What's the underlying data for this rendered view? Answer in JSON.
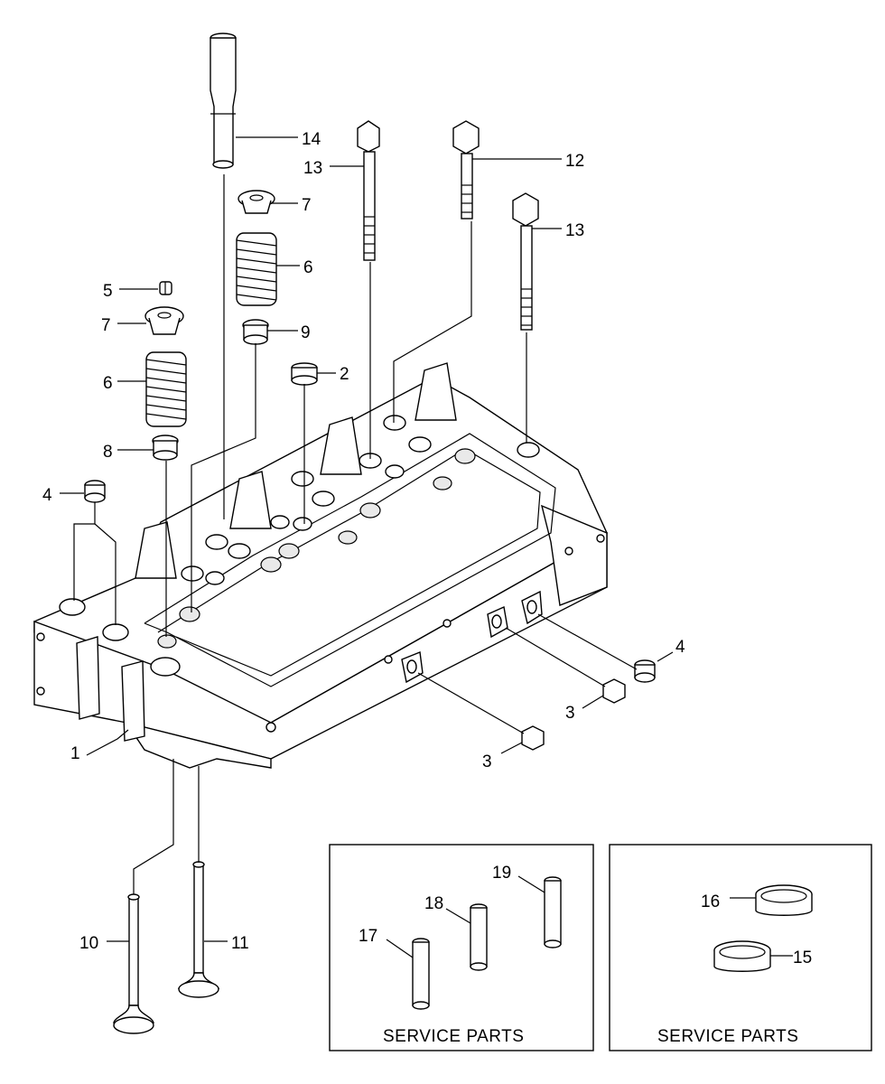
{
  "callouts": {
    "c1": "1",
    "c2": "2",
    "c3a": "3",
    "c3b": "3",
    "c4a": "4",
    "c4b": "4",
    "c5": "5",
    "c6a": "6",
    "c6b": "6",
    "c7a": "7",
    "c7b": "7",
    "c8": "8",
    "c9": "9",
    "c10": "10",
    "c11": "11",
    "c12": "12",
    "c13a": "13",
    "c13b": "13",
    "c14": "14",
    "c15": "15",
    "c16": "16",
    "c17": "17",
    "c18": "18",
    "c19": "19"
  },
  "boxes": {
    "left_label": "SERVICE PARTS",
    "right_label": "SERVICE PARTS"
  }
}
